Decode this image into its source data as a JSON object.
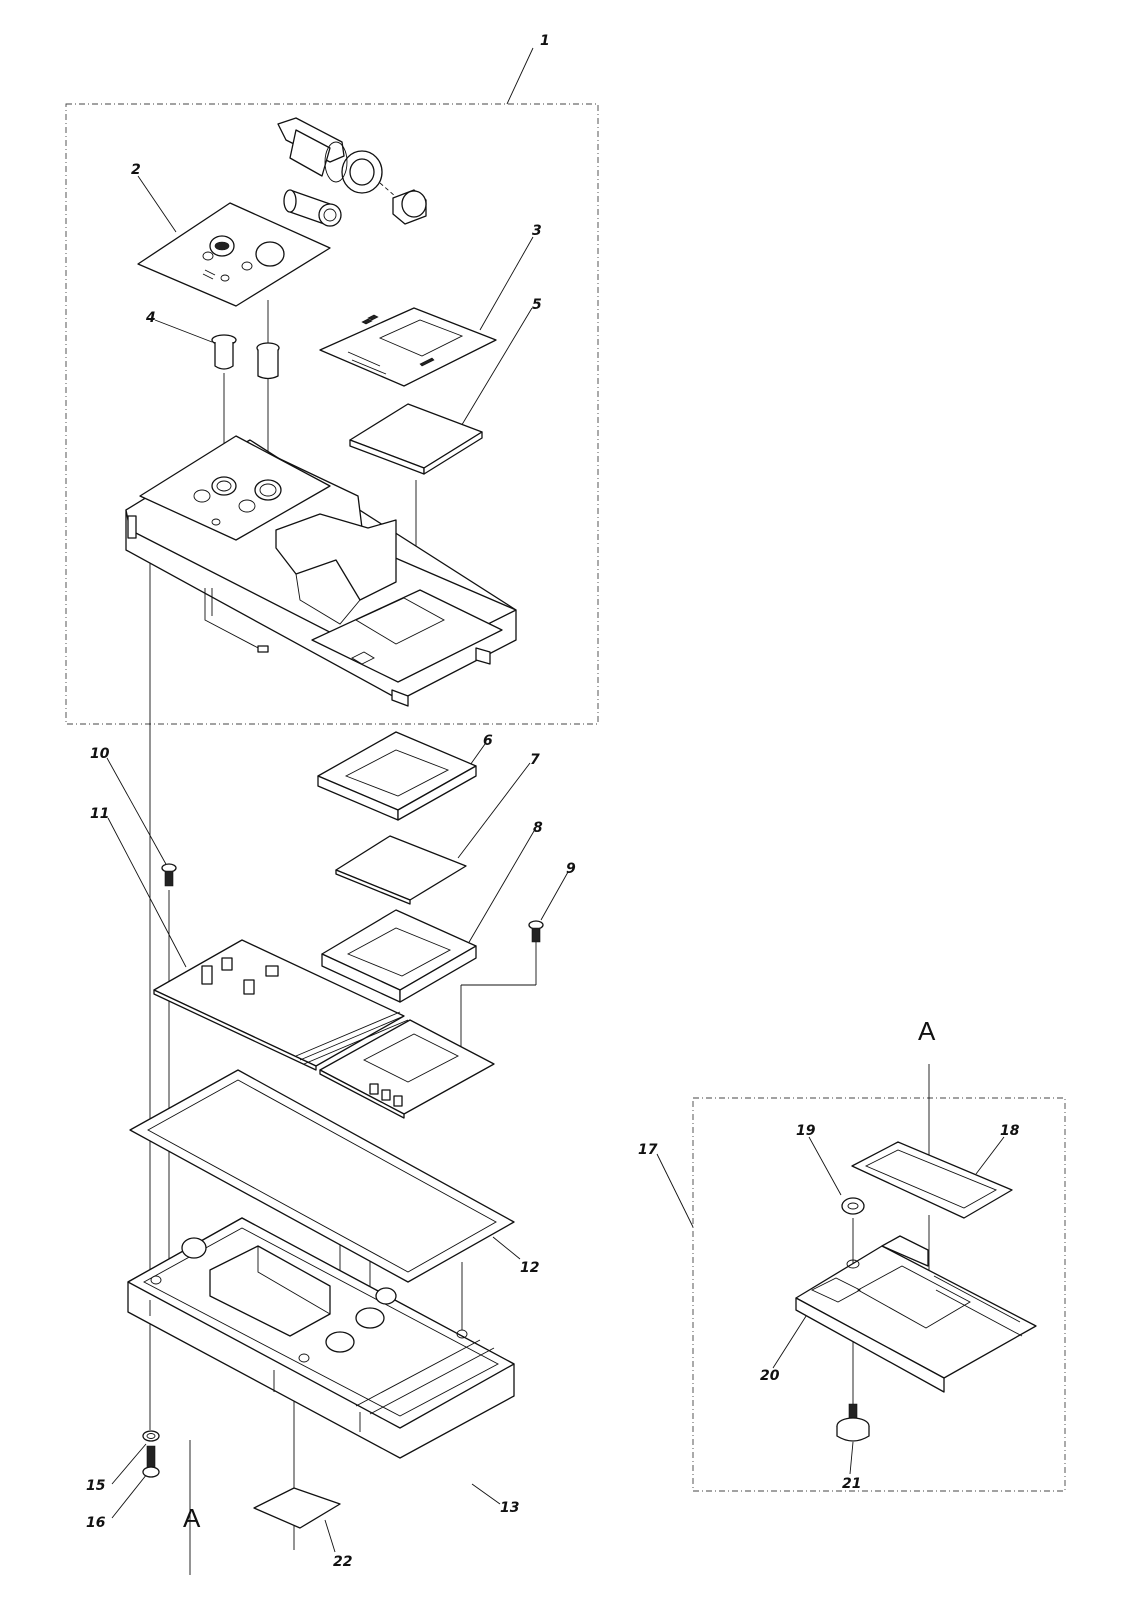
{
  "callouts": [
    {
      "id": "1",
      "text": "1"
    },
    {
      "id": "2",
      "text": "2"
    },
    {
      "id": "3",
      "text": "3"
    },
    {
      "id": "4",
      "text": "4"
    },
    {
      "id": "5",
      "text": "5"
    },
    {
      "id": "6",
      "text": "6"
    },
    {
      "id": "7",
      "text": "7"
    },
    {
      "id": "8",
      "text": "8"
    },
    {
      "id": "9",
      "text": "9"
    },
    {
      "id": "10",
      "text": "10"
    },
    {
      "id": "11",
      "text": "11"
    },
    {
      "id": "12",
      "text": "12"
    },
    {
      "id": "13",
      "text": "13"
    },
    {
      "id": "15",
      "text": "15"
    },
    {
      "id": "16",
      "text": "16"
    },
    {
      "id": "17",
      "text": "17"
    },
    {
      "id": "18",
      "text": "18"
    },
    {
      "id": "19",
      "text": "19"
    },
    {
      "id": "20",
      "text": "20"
    },
    {
      "id": "21",
      "text": "21"
    },
    {
      "id": "22",
      "text": "22"
    }
  ],
  "reference_marks": {
    "main": "A",
    "detail": "A"
  }
}
